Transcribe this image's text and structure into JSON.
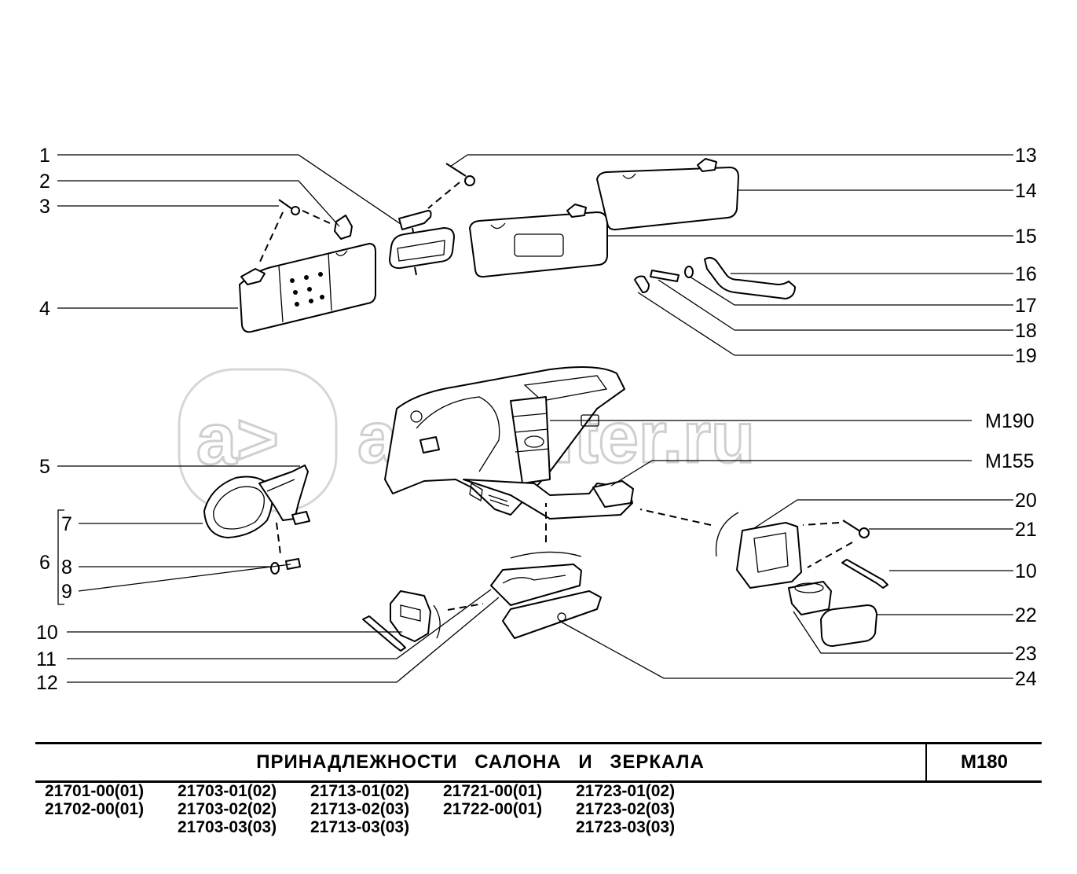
{
  "callouts": {
    "left": [
      "1",
      "2",
      "3",
      "4",
      "5",
      "6",
      "7",
      "8",
      "9",
      "10",
      "11",
      "12"
    ],
    "right": [
      "13",
      "14",
      "15",
      "16",
      "17",
      "18",
      "19",
      "M190",
      "M155",
      "20",
      "21",
      "10",
      "22",
      "23",
      "24"
    ]
  },
  "watermark": "autopiter.ru",
  "title_block": {
    "title": "ПРИНАДЛЕЖНОСТИ САЛОНА И ЗЕРКАЛА",
    "page_code": "M180"
  },
  "models": [
    [
      "21701-00(01)",
      "21702-00(01)"
    ],
    [
      "21703-01(02)",
      "21703-02(02)",
      "21703-03(03)"
    ],
    [
      "21713-01(02)",
      "21713-02(03)",
      "21713-03(03)"
    ],
    [
      "21721-00(01)",
      "21722-00(01)"
    ],
    [
      "21723-01(02)",
      "21723-02(03)",
      "21723-03(03)"
    ]
  ]
}
